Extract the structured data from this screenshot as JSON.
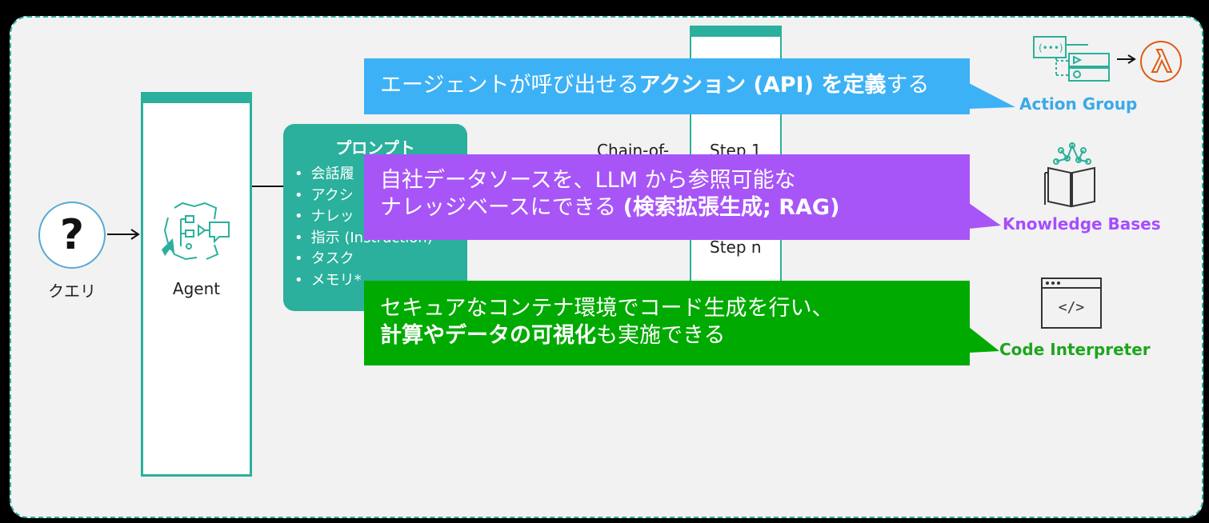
{
  "query": {
    "symbol": "?",
    "label": "クエリ"
  },
  "agent": {
    "label": "Agent"
  },
  "prompt": {
    "title": "プロンプト",
    "items": [
      "会話履",
      "アクシ",
      "ナレッ",
      "指示 (Instruction)",
      "タスク",
      "メモリ*"
    ]
  },
  "reasoning": {
    "label": "Chain-of-",
    "steps": [
      "Step 1",
      "Step n"
    ]
  },
  "callouts": {
    "action": {
      "pre": "エージェントが呼び出せる",
      "bold": "アクション (API) を定義",
      "post": "する",
      "color": "#3db1f5"
    },
    "knowledge": {
      "line1": "自社データソースを、LLM から参照可能な",
      "line2_pre": "ナレッジベースにできる ",
      "line2_bold": "(検索拡張生成; RAG)",
      "color": "#a855f7"
    },
    "code": {
      "line1": "セキュアなコンテナ環境でコード生成を行い、",
      "line2_bold": "計算やデータの可視化",
      "line2_post": "も実施できる",
      "color": "#00aa00"
    }
  },
  "features": {
    "action_group": "Action Group",
    "knowledge_bases": "Knowledge Bases",
    "code_interpreter": "Code Interpreter"
  },
  "icons": [
    "question-icon",
    "agent-icon",
    "action-group-icon",
    "lambda-icon",
    "knowledge-base-icon",
    "code-window-icon"
  ]
}
